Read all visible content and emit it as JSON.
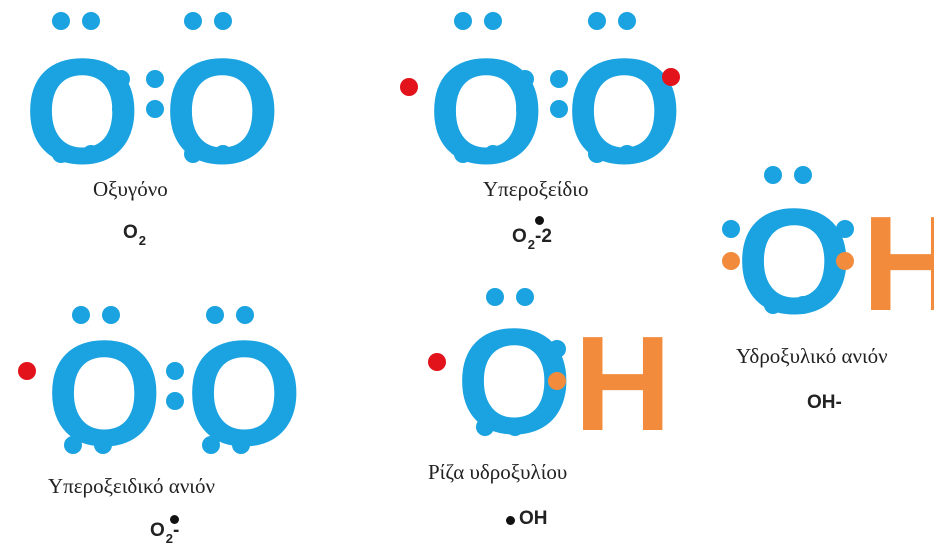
{
  "colors": {
    "oxygen": "#1aa3e0",
    "hydrogen": "#f28c3c",
    "unpaired_electron": "#e2131a",
    "text": "#222222"
  },
  "atoms": {
    "oxygen_symbol": "O",
    "hydrogen_symbol": "H"
  },
  "structures": [
    {
      "name": "Οξυγόνο",
      "formula_main": "O",
      "formula_sub": "2",
      "formula_suffix": ""
    },
    {
      "name": "Υπεροξείδιο",
      "formula_main": "O",
      "formula_sub": "2",
      "formula_suffix": "-2"
    },
    {
      "name": "Υδροξυλικό ανιόν",
      "formula_main": "OH-",
      "formula_sub": "",
      "formula_suffix": ""
    },
    {
      "name": "Υπεροξειδικό ανιόν",
      "formula_main": "O",
      "formula_sub": "2",
      "formula_suffix": "-"
    },
    {
      "name": "Ρίζα υδροξυλίου",
      "formula_main": "OH",
      "formula_sub": "",
      "formula_suffix": ""
    }
  ]
}
